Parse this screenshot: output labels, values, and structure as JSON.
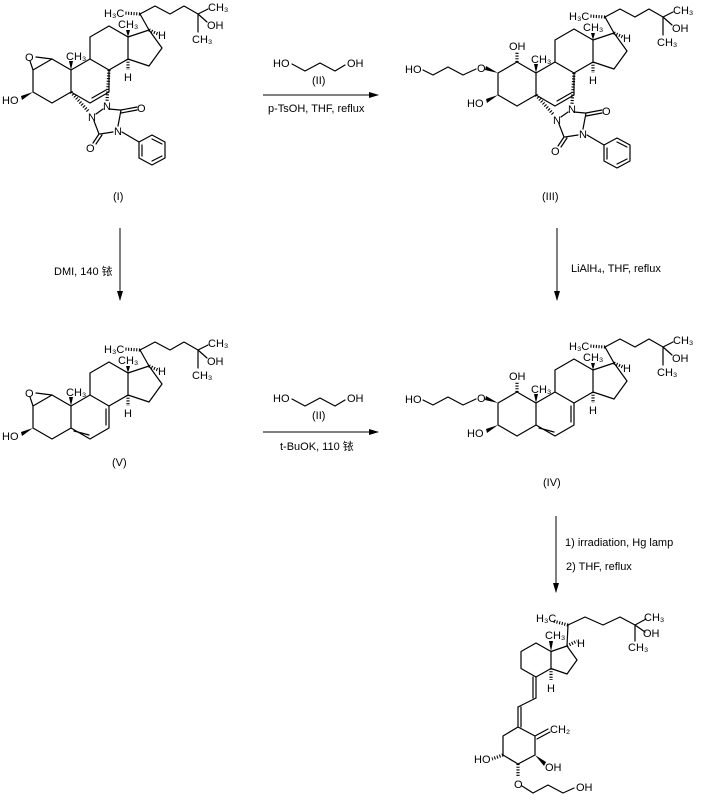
{
  "atoms": {
    "h3c": "H₃C",
    "ch3": "CH₃",
    "ch2": "CH₂",
    "h": "H",
    "oh": "OH",
    "ho": "HO",
    "o": "O",
    "n": "N"
  },
  "reagent_II": {
    "left": "HO",
    "right": "OH",
    "label": "(II)"
  },
  "steps": {
    "step1": "p-TsOH, THF, reflux",
    "step2": "DMI, 140 铱",
    "step3": "LiAlH₄, THF, reflux",
    "step4": "t-BuOK, 110 铱",
    "step5a": "1) irradiation, Hg lamp",
    "step5b": "2) THF, reflux"
  },
  "compounds": {
    "I": "(I)",
    "III": "(III)",
    "V": "(V)",
    "IV": "(IV)"
  }
}
